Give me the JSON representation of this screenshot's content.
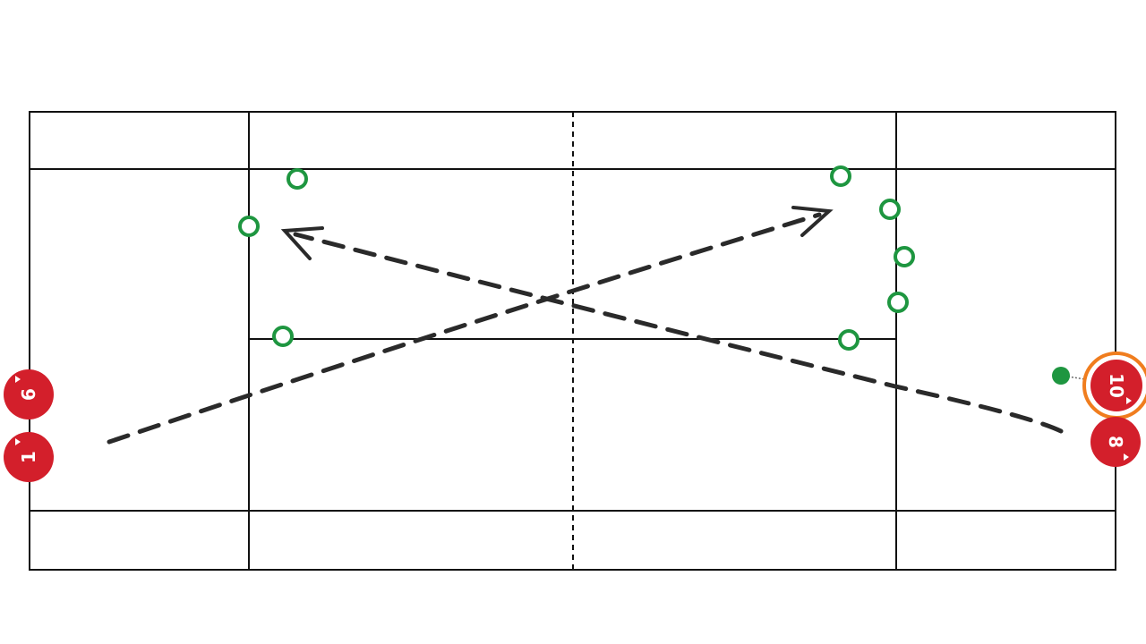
{
  "colors": {
    "court_line": "#111111",
    "marker": "#1e9640",
    "player": "#d31f2b",
    "highlight": "#f07d1e",
    "path": "#2a2a2a"
  },
  "players": [
    {
      "id": "p6",
      "label": "6",
      "side": "left"
    },
    {
      "id": "p1",
      "label": "1",
      "side": "left"
    },
    {
      "id": "p10",
      "label": "10",
      "side": "right",
      "highlighted": true
    },
    {
      "id": "p8",
      "label": "8",
      "side": "right"
    }
  ]
}
